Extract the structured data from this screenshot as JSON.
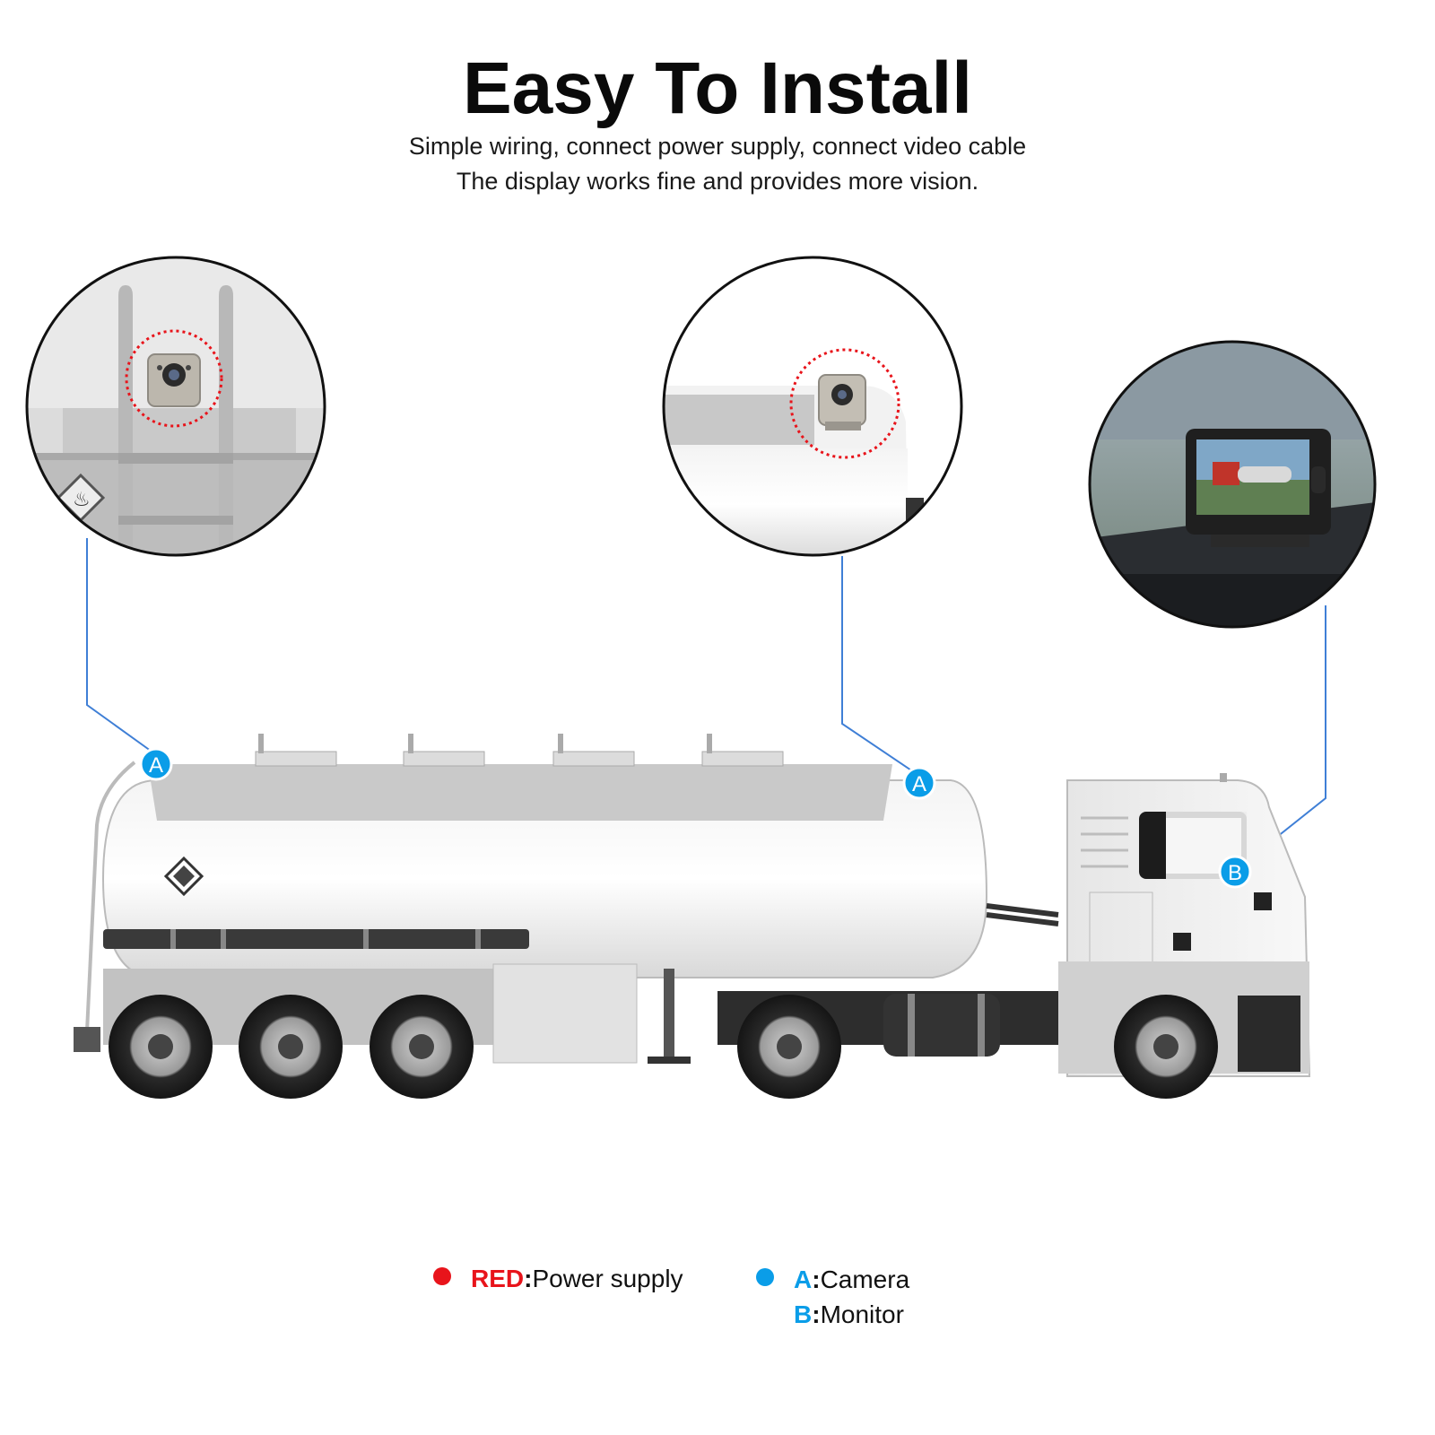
{
  "header": {
    "title": "Easy To Install",
    "subtitle_line1": "Simple wiring, connect power supply, connect video cable",
    "subtitle_line2": "The display works fine and provides more vision."
  },
  "markers": {
    "camera_rear": "A",
    "camera_top": "A",
    "monitor": "B"
  },
  "legend": {
    "red_key": "RED",
    "red_label": "Power supply",
    "a_key": "A",
    "a_label": "Camera",
    "b_key": "B",
    "b_label": "Monitor",
    "colon": ":"
  },
  "colors": {
    "red": "#e8141b",
    "blue": "#0a9de8",
    "callout_line": "#3f7fd6"
  }
}
